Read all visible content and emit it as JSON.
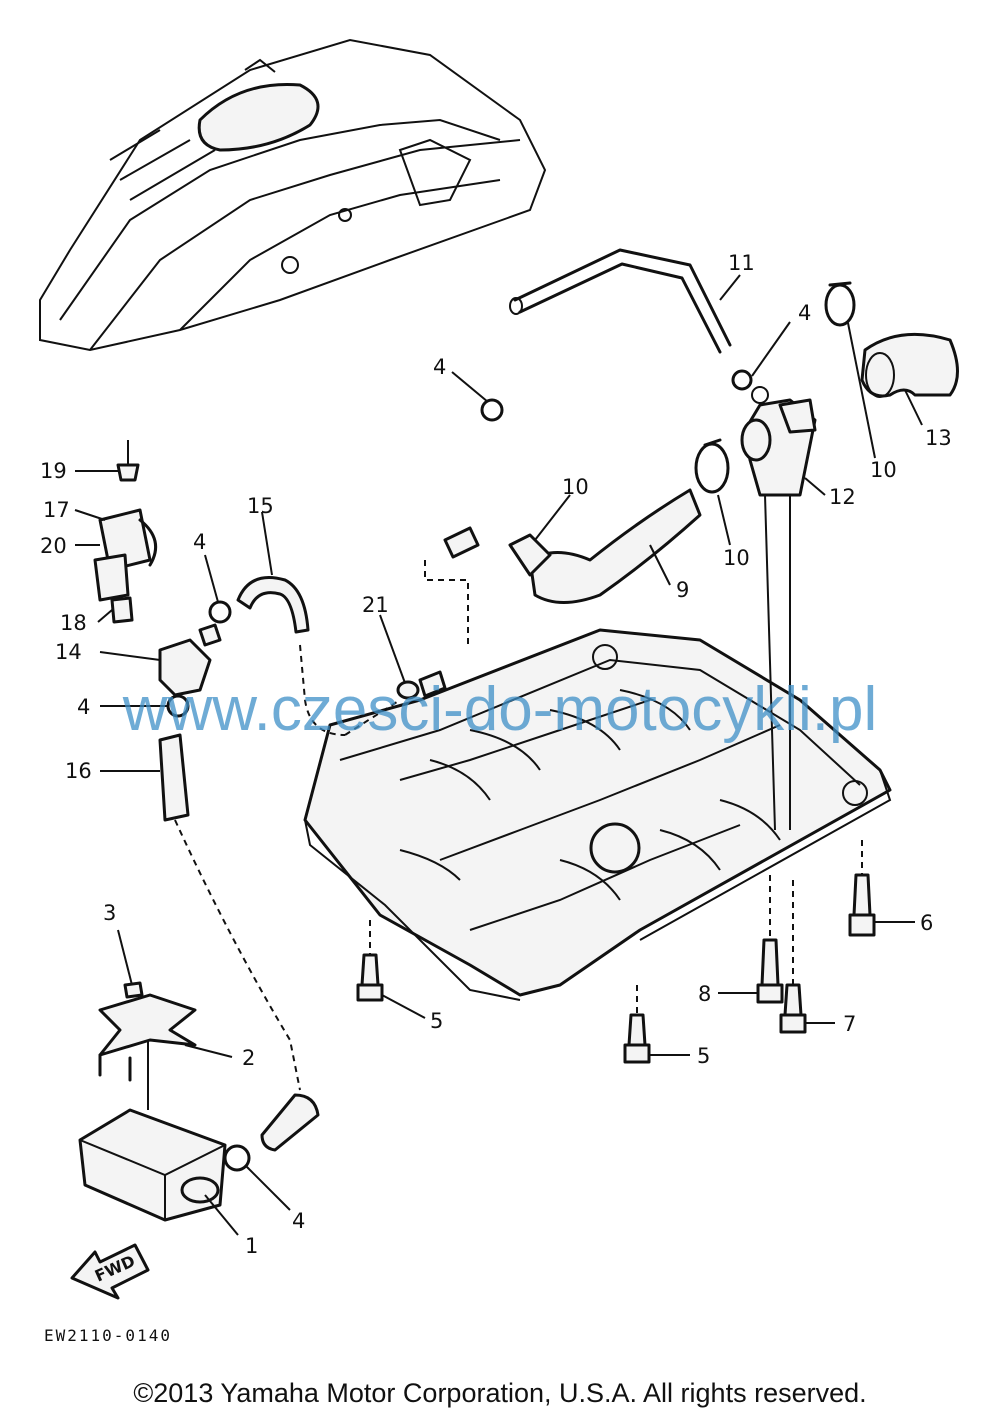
{
  "callouts": [
    {
      "id": "c1",
      "label": "1"
    },
    {
      "id": "c2",
      "label": "2"
    },
    {
      "id": "c3",
      "label": "3"
    },
    {
      "id": "c4a",
      "label": "4"
    },
    {
      "id": "c4b",
      "label": "4"
    },
    {
      "id": "c4c",
      "label": "4"
    },
    {
      "id": "c4d",
      "label": "4"
    },
    {
      "id": "c4e",
      "label": "4"
    },
    {
      "id": "c5a",
      "label": "5"
    },
    {
      "id": "c5b",
      "label": "5"
    },
    {
      "id": "c6",
      "label": "6"
    },
    {
      "id": "c7",
      "label": "7"
    },
    {
      "id": "c8",
      "label": "8"
    },
    {
      "id": "c9",
      "label": "9"
    },
    {
      "id": "c10a",
      "label": "10"
    },
    {
      "id": "c10b",
      "label": "10"
    },
    {
      "id": "c10c",
      "label": "10"
    },
    {
      "id": "c11",
      "label": "11"
    },
    {
      "id": "c12",
      "label": "12"
    },
    {
      "id": "c13",
      "label": "13"
    },
    {
      "id": "c14",
      "label": "14"
    },
    {
      "id": "c15",
      "label": "15"
    },
    {
      "id": "c16",
      "label": "16"
    },
    {
      "id": "c17",
      "label": "17"
    },
    {
      "id": "c18",
      "label": "18"
    },
    {
      "id": "c19",
      "label": "19"
    },
    {
      "id": "c20",
      "label": "20"
    },
    {
      "id": "c21",
      "label": "21"
    }
  ],
  "fwd_label": "FWD",
  "drawing_code": "EW2110-0140",
  "watermark": "www.czesci-do-motocykli.pl",
  "copyright": "©2013 Yamaha Motor Corporation, U.S.A. All rights reserved."
}
